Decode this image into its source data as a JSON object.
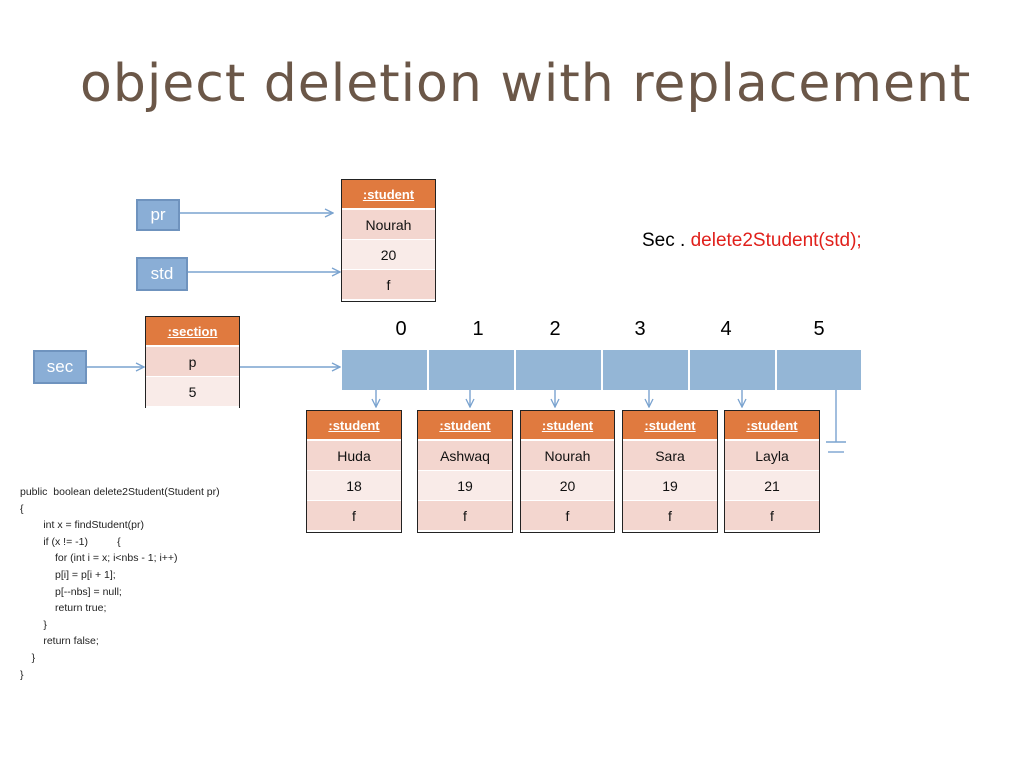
{
  "title": "object deletion with replacement",
  "variables": {
    "pr": "pr",
    "std": "std",
    "sec": "sec"
  },
  "method_call": {
    "object": "Sec .",
    "method": "delete2Student(std);"
  },
  "std_object": {
    "header": ":student",
    "name": "Nourah",
    "age": "20",
    "gender": "f"
  },
  "section_object": {
    "header": ":section",
    "field_p": "p",
    "field_nbs": "5"
  },
  "array_indices": [
    "0",
    "1",
    "2",
    "3",
    "4",
    "5"
  ],
  "students": [
    {
      "header": ":student",
      "name": "Huda",
      "age": "18",
      "gender": "f"
    },
    {
      "header": ":student",
      "name": "Ashwaq",
      "age": "19",
      "gender": "f"
    },
    {
      "header": ":student",
      "name": "Nourah",
      "age": "20",
      "gender": "f"
    },
    {
      "header": ":student",
      "name": "Sara",
      "age": "19",
      "gender": "f"
    },
    {
      "header": ":student",
      "name": "Layla",
      "age": "21",
      "gender": "f"
    }
  ],
  "code_lines": [
    "public  boolean delete2Student(Student pr)",
    "{",
    "        int x = findStudent(pr)",
    "        if (x != -1)          {",
    "            for (int i = x; i<nbs - 1; i++)",
    "            p[i] = p[i + 1];",
    "            p[--nbs] = null;",
    "            return true;",
    "        }",
    "        return false;",
    "    }",
    "}"
  ],
  "colors": {
    "title": "#6b5748",
    "variable_box": "#8aaed6",
    "header": "#e07a3f",
    "row_dark": "#f3d6cf",
    "row_light": "#f9ebe8",
    "array": "#94b6d6",
    "arrow": "#7aa3cf",
    "method": "#e0201b"
  }
}
